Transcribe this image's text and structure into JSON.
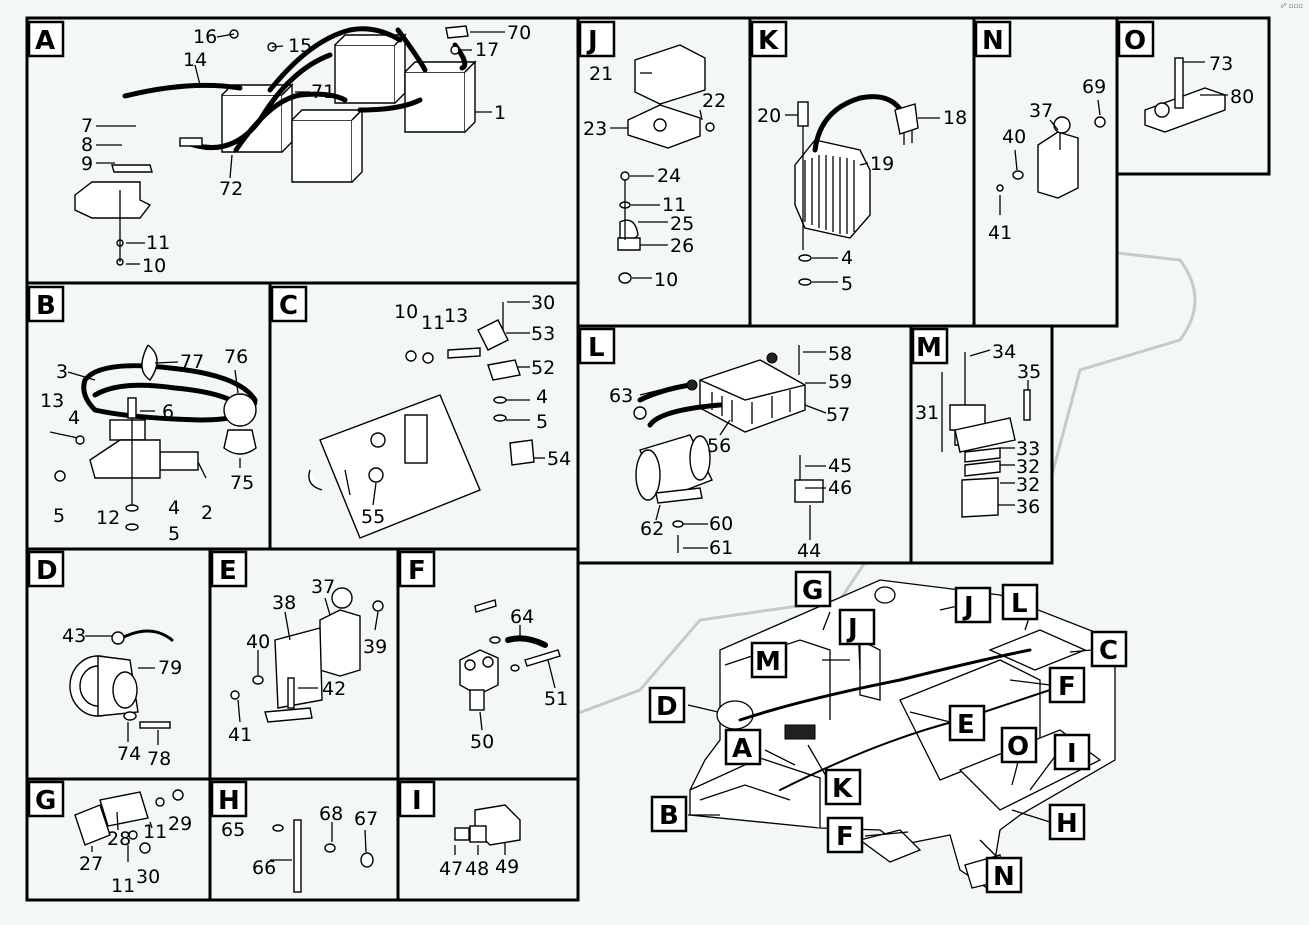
{
  "corner_mark": "₀⁰ ▫▫▫",
  "sections": {
    "A": {
      "tag": "A",
      "labels": [
        "16",
        "15",
        "14",
        "70",
        "17",
        "71",
        "1",
        "7",
        "8",
        "9",
        "72",
        "11",
        "10"
      ]
    },
    "B": {
      "tag": "B",
      "labels": [
        "3",
        "77",
        "76",
        "13",
        "4",
        "6",
        "12",
        "5",
        "4",
        "5",
        "2",
        "75"
      ]
    },
    "C": {
      "tag": "C",
      "labels": [
        "10",
        "11",
        "13",
        "30",
        "53",
        "52",
        "4",
        "5",
        "54",
        "55"
      ]
    },
    "D": {
      "tag": "D",
      "labels": [
        "43",
        "79",
        "74",
        "78"
      ]
    },
    "E": {
      "tag": "E",
      "labels": [
        "38",
        "37",
        "39",
        "40",
        "42",
        "41"
      ]
    },
    "F": {
      "tag": "F",
      "labels": [
        "64",
        "51",
        "50"
      ]
    },
    "G": {
      "tag": "G",
      "labels": [
        "28",
        "29",
        "11",
        "27",
        "11",
        "30"
      ]
    },
    "H": {
      "tag": "H",
      "labels": [
        "65",
        "68",
        "67",
        "66"
      ]
    },
    "I": {
      "tag": "I",
      "labels": [
        "47",
        "48",
        "49"
      ]
    },
    "J": {
      "tag": "J",
      "labels": [
        "21",
        "22",
        "23",
        "24",
        "11",
        "25",
        "26",
        "10"
      ]
    },
    "K": {
      "tag": "K",
      "labels": [
        "20",
        "18",
        "19",
        "4",
        "5"
      ]
    },
    "N": {
      "tag": "N",
      "labels": [
        "37",
        "69",
        "40",
        "41"
      ]
    },
    "O": {
      "tag": "O",
      "labels": [
        "73",
        "80"
      ]
    },
    "L": {
      "tag": "L",
      "labels": [
        "58",
        "63",
        "59",
        "57",
        "56",
        "45",
        "46",
        "62",
        "60",
        "61",
        "44"
      ]
    },
    "M": {
      "tag": "M",
      "labels": [
        "34",
        "35",
        "31",
        "33",
        "32",
        "32",
        "36"
      ]
    }
  },
  "overview_callouts": [
    "G",
    "J",
    "L",
    "C",
    "M",
    "F",
    "D",
    "E",
    "A",
    "K",
    "O",
    "I",
    "B",
    "H",
    "F",
    "N"
  ]
}
